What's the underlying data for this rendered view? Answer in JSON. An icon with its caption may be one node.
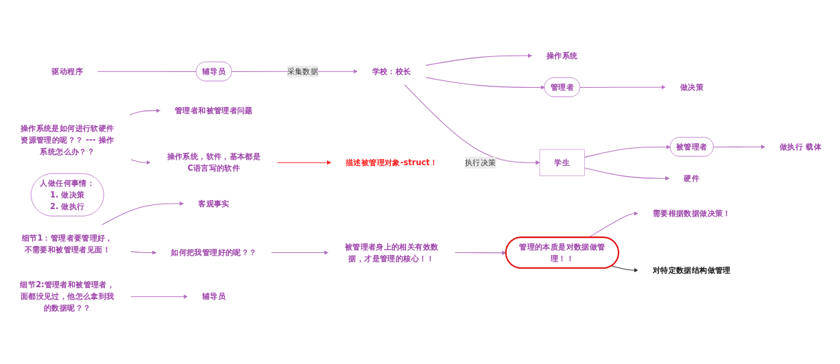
{
  "diagram": {
    "nodes": [
      {
        "text": [
          "操作系统"
        ]
      },
      {
        "text": [
          "操作系统是如何进行软硬件资源管理的呢？？ --- 操作系统怎么办？？"
        ]
      },
      {
        "text": [
          "操作系统，软件，基本都是C语言写的软件"
        ]
      },
      {
        "text": [
          "管理者和被管理者问题"
        ]
      },
      {
        "text": [
          "管理者"
        ]
      },
      {
        "text": [
          "做决策"
        ]
      },
      {
        "text": [
          "学校：校长"
        ]
      },
      {
        "text": [
          "辅导员"
        ]
      },
      {
        "text": [
          "学生"
        ]
      },
      {
        "text": [
          "被管理者"
        ]
      },
      {
        "text": [
          "做执行 载体"
        ]
      },
      {
        "text": [
          "硬件"
        ]
      },
      {
        "text": [
          "驱动程序"
        ]
      },
      {
        "text": [
          "人做任何事情：",
          "1. 做决策",
          "2. 做执行"
        ]
      },
      {
        "text": [
          "描述被管理对象-struct！"
        ]
      },
      {
        "text": [
          "细节1：管理者要管理好，不需要和被管理者见面！"
        ]
      },
      {
        "text": [
          "客观事实"
        ]
      },
      {
        "text": [
          "如何把我管理好的呢？？"
        ]
      },
      {
        "text": [
          "被管理者身上的相关有效数据，才是管理的核心！！"
        ]
      },
      {
        "text": [
          "管理的本质是对数据做管理！！"
        ]
      },
      {
        "text": [
          "需要根据数据做决策！"
        ]
      },
      {
        "text": [
          "对特定数据结构做管理"
        ]
      },
      {
        "text": [
          "细节2:管理者和被管理者，面都没见过，他怎么拿到我的数据呢？？"
        ]
      },
      {
        "text": [
          "辅导员"
        ]
      }
    ],
    "edges": [
      {
        "from": 6,
        "to": 0,
        "arrow": "to"
      },
      {
        "from": 6,
        "to": 4,
        "arrow": "to"
      },
      {
        "from": 4,
        "to": 5,
        "arrow": "to"
      },
      {
        "from": 7,
        "to": 6,
        "arrow": "to",
        "label": "采集数据"
      },
      {
        "from": 6,
        "to": 8,
        "arrow": "to",
        "label": "执行决策"
      },
      {
        "from": 12,
        "to": 7,
        "arrow": "none"
      },
      {
        "from": 8,
        "to": 9,
        "arrow": "to"
      },
      {
        "from": 9,
        "to": 10,
        "arrow": "to"
      },
      {
        "from": 8,
        "to": 11,
        "arrow": "to"
      },
      {
        "from": 1,
        "to": 3,
        "arrow": "to"
      },
      {
        "from": 1,
        "to": 2,
        "arrow": "to"
      },
      {
        "from": 2,
        "to": 14,
        "arrow": "to",
        "color": "#ff2020"
      },
      {
        "from": 15,
        "to": 16,
        "arrow": "to"
      },
      {
        "from": 15,
        "to": 17,
        "arrow": "to"
      },
      {
        "from": 17,
        "to": 18,
        "arrow": "to"
      },
      {
        "from": 18,
        "to": 19,
        "arrow": "to"
      },
      {
        "from": 19,
        "to": 20,
        "arrow": "to"
      },
      {
        "from": 19,
        "to": 21,
        "arrow": "to",
        "color": "#333333"
      },
      {
        "from": 22,
        "to": 23,
        "arrow": "to"
      }
    ]
  }
}
